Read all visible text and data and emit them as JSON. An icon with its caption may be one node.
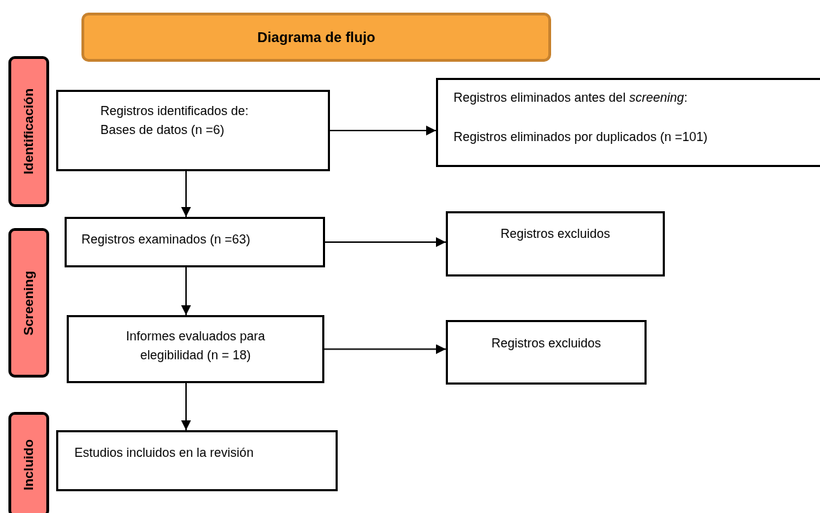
{
  "diagram": {
    "nodes": [
      {
        "text": [
          "Diagrama de flujo"
        ]
      },
      {
        "text": [
          "Identificación"
        ]
      },
      {
        "text": [
          "Screening"
        ]
      },
      {
        "text": [
          "Incluido"
        ]
      },
      {
        "text": [
          "Registros identificados de: Bases de datos (n =6)"
        ]
      },
      {
        "text": [
          "Registros eliminados antes del *screening*:",
          "Registros eliminados por duplicados (n =101)"
        ]
      },
      {
        "text": [
          "Registros examinados (n =63)"
        ]
      },
      {
        "text": [
          "Registros excluidos"
        ]
      },
      {
        "text": [
          "Informes evaluados para elegibilidad (n = 18)"
        ]
      },
      {
        "text": [
          "Registros excluidos"
        ]
      },
      {
        "text": [
          "Estudios incluidos en la revisión"
        ]
      }
    ],
    "edges": [
      {
        "from": 4,
        "to": 5,
        "arrow": "to"
      },
      {
        "from": 4,
        "to": 6,
        "arrow": "to"
      },
      {
        "from": 6,
        "to": 7,
        "arrow": "to"
      },
      {
        "from": 6,
        "to": 8,
        "arrow": "to"
      },
      {
        "from": 8,
        "to": 9,
        "arrow": "to"
      },
      {
        "from": 8,
        "to": 10,
        "arrow": "to"
      }
    ]
  }
}
